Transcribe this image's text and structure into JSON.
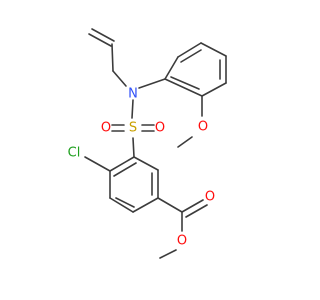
{
  "molecule": {
    "atoms": {
      "nitrogen": {
        "label": "N",
        "color": "#3050f8"
      },
      "sulfur": {
        "label": "S",
        "color": "#c8a000"
      },
      "sulfonyl_oxygen_left": {
        "label": "O",
        "color": "#ff0d0d"
      },
      "sulfonyl_oxygen_right": {
        "label": "O",
        "color": "#ff0d0d"
      },
      "methoxy_oxygen": {
        "label": "O",
        "color": "#ff0d0d"
      },
      "chlorine": {
        "label": "Cl",
        "color": "#1fa01f"
      },
      "ester_carbonyl_oxygen": {
        "label": "O",
        "color": "#ff0d0d"
      },
      "ester_ether_oxygen": {
        "label": "O",
        "color": "#ff0d0d"
      }
    },
    "bond_color": "#3c3c3c"
  }
}
